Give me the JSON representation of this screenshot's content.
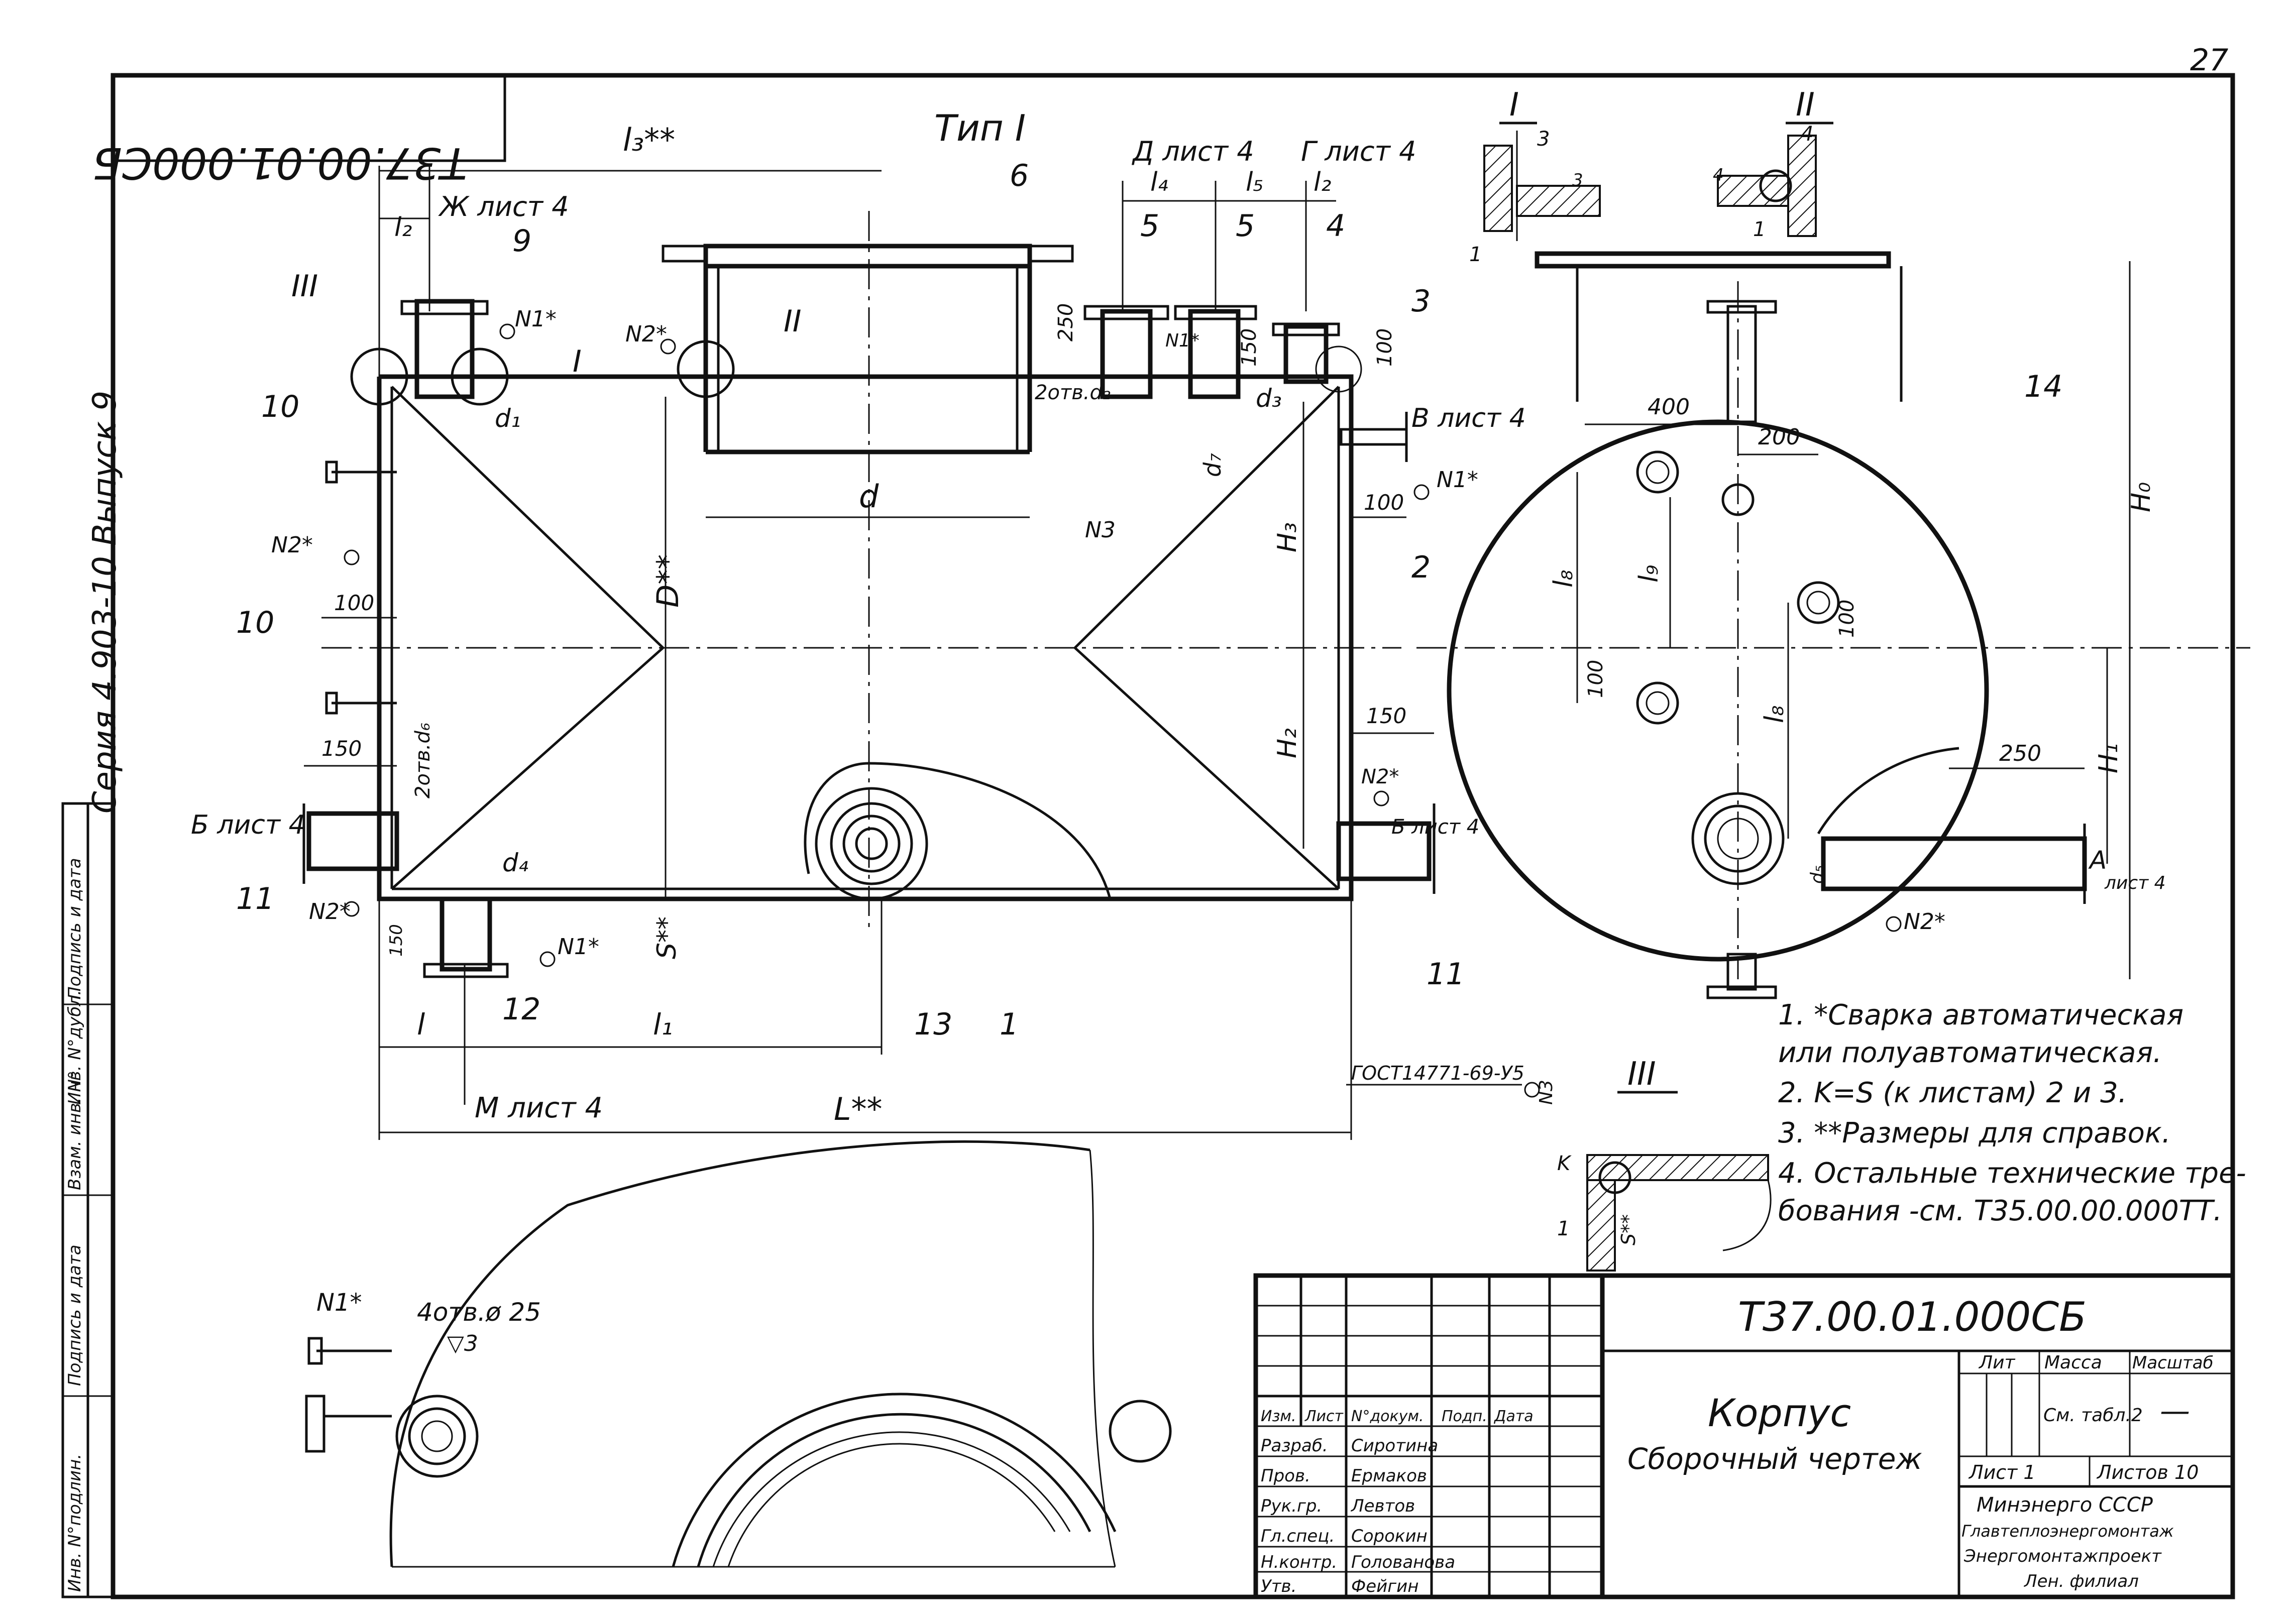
{
  "page_number": "27",
  "stamp_code": "Т37.00.01.000СБ",
  "series": "Серия 4.903-10 Выпуск 9",
  "type_label": "Тип I",
  "section_labels": {
    "one": "I",
    "two": "II",
    "three": "III"
  },
  "views": {
    "D": "Д лист 4",
    "G": "Г лист 4",
    "Zh": "Ж лист 4",
    "V": "В лист 4",
    "B_left": "Б лист 4",
    "B_right": "Б лист 4",
    "M": "М лист 4",
    "A": "А",
    "A_sheet": "лист 4"
  },
  "dims": {
    "l3": "l₃**",
    "l2": "l₂",
    "l4": "l₄",
    "l5": "l₅",
    "l2b": "l₂",
    "d": "d",
    "d1": "d₁",
    "d2": "2отв.d₂",
    "d3": "d₃",
    "d4": "d₄",
    "d6": "2отв.d₆",
    "d7": "d₇",
    "d5": "d₅",
    "D": "D**",
    "S": "S**",
    "L": "L**",
    "l": "l",
    "l1": "l₁",
    "H1": "H₁",
    "H2": "H₂",
    "H3": "H₃",
    "H0": "H₀",
    "l8": "l₈",
    "l9": "l₉",
    "l8b": "l₈",
    "v250": "250",
    "v150a": "150",
    "v100a": "100",
    "v100b": "100",
    "v100c": "100",
    "v150b": "150",
    "v150c": "150",
    "v150d": "150",
    "v400": "400",
    "v200": "200",
    "v100d": "100",
    "v100e": "100",
    "v250b": "250",
    "v3": "3",
    "v3b": "3",
    "v4": "4",
    "v4b": "4",
    "v1a": "1",
    "v1b": "1",
    "v1c": "1",
    "K": "K",
    "S3": "S**",
    "holes": "4отв.ø 25",
    "weld3": "▽3"
  },
  "welds": {
    "N1": "N1*",
    "N2": "N2*",
    "N3": "N3",
    "N1b": "N1*",
    "N1c": "N1*",
    "N1d": "N1*",
    "N1e": "N1*",
    "N2b": "N2*",
    "N2c": "N2*",
    "N2d": "N2*",
    "N2e": "N2*",
    "gost": "ГОСТ14771-69-У5"
  },
  "callouts": [
    "1",
    "2",
    "3",
    "4",
    "5",
    "5",
    "6",
    "9",
    "10",
    "10",
    "11",
    "11",
    "12",
    "13",
    "14"
  ],
  "notes": [
    "1. *Сварка автоматическая",
    "или полуавтоматическая.",
    "2. K=S (к листам) 2 и 3.",
    "3. **Размеры для справок.",
    "4. Остальные технические тре-",
    "бования -см. Т35.00.00.000ТТ."
  ],
  "title_block": {
    "code": "Т37.00.01.000СБ",
    "name": "Корпус",
    "subtitle": "Сборочный чертеж",
    "headers": [
      "Изм.",
      "Лист",
      "N°докум.",
      "Подп.",
      "Дата"
    ],
    "rows": [
      {
        "role": "Разраб.",
        "name": "Сиротина"
      },
      {
        "role": "Пров.",
        "name": "Ермаков"
      },
      {
        "role": "Рук.гр.",
        "name": "Левтов"
      },
      {
        "role": "Гл.спец.",
        "name": "Сорокин"
      },
      {
        "role": "Н.контр.",
        "name": "Голованова"
      },
      {
        "role": "Утв.",
        "name": "Фейгин"
      }
    ],
    "lit": "Лит",
    "mass": "Масса",
    "scale": "Масштаб",
    "mass_value": "См. табл.2",
    "scale_value": "—",
    "sheet": "Лист 1",
    "sheets": "Листов 10",
    "org1": "Минэнерго СССР",
    "org2": "Главтеплоэнергомонтаж",
    "org3": "Энергомонтажпроект",
    "org4": "Лен. филиал"
  },
  "left_strip": [
    "Инв. N°подлин.",
    "Подпись и дата",
    "Взам. инв. N°",
    "Инв. N°дубл.",
    "Подпись и дата"
  ]
}
